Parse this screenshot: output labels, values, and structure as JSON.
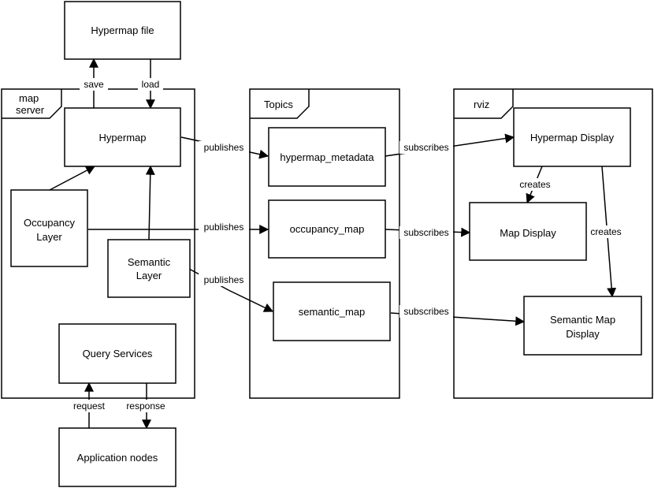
{
  "containers": {
    "map_server": {
      "line1": "map",
      "line2": "server"
    },
    "topics": {
      "label": "Topics"
    },
    "rviz": {
      "label": "rviz"
    }
  },
  "nodes": {
    "hypermap_file": "Hypermap file",
    "hypermap": "Hypermap",
    "occupancy_layer": [
      "Occupancy",
      "Layer"
    ],
    "semantic_layer": [
      "Semantic",
      "Layer"
    ],
    "query_services": "Query Services",
    "application_nodes": "Application nodes",
    "hypermap_metadata": "hypermap_metadata",
    "occupancy_map": "occupancy_map",
    "semantic_map": "semantic_map",
    "hypermap_display": "Hypermap Display",
    "map_display": "Map Display",
    "semantic_map_display": [
      "Semantic Map",
      "Display"
    ]
  },
  "edges": {
    "save": "save",
    "load": "load",
    "publishes_1": "publishes",
    "publishes_2": "publishes",
    "publishes_3": "publishes",
    "subscribes_1": "subscribes",
    "subscribes_2": "subscribes",
    "subscribes_3": "subscribes",
    "creates_1": "creates",
    "creates_2": "creates",
    "request": "request",
    "response": "response"
  }
}
